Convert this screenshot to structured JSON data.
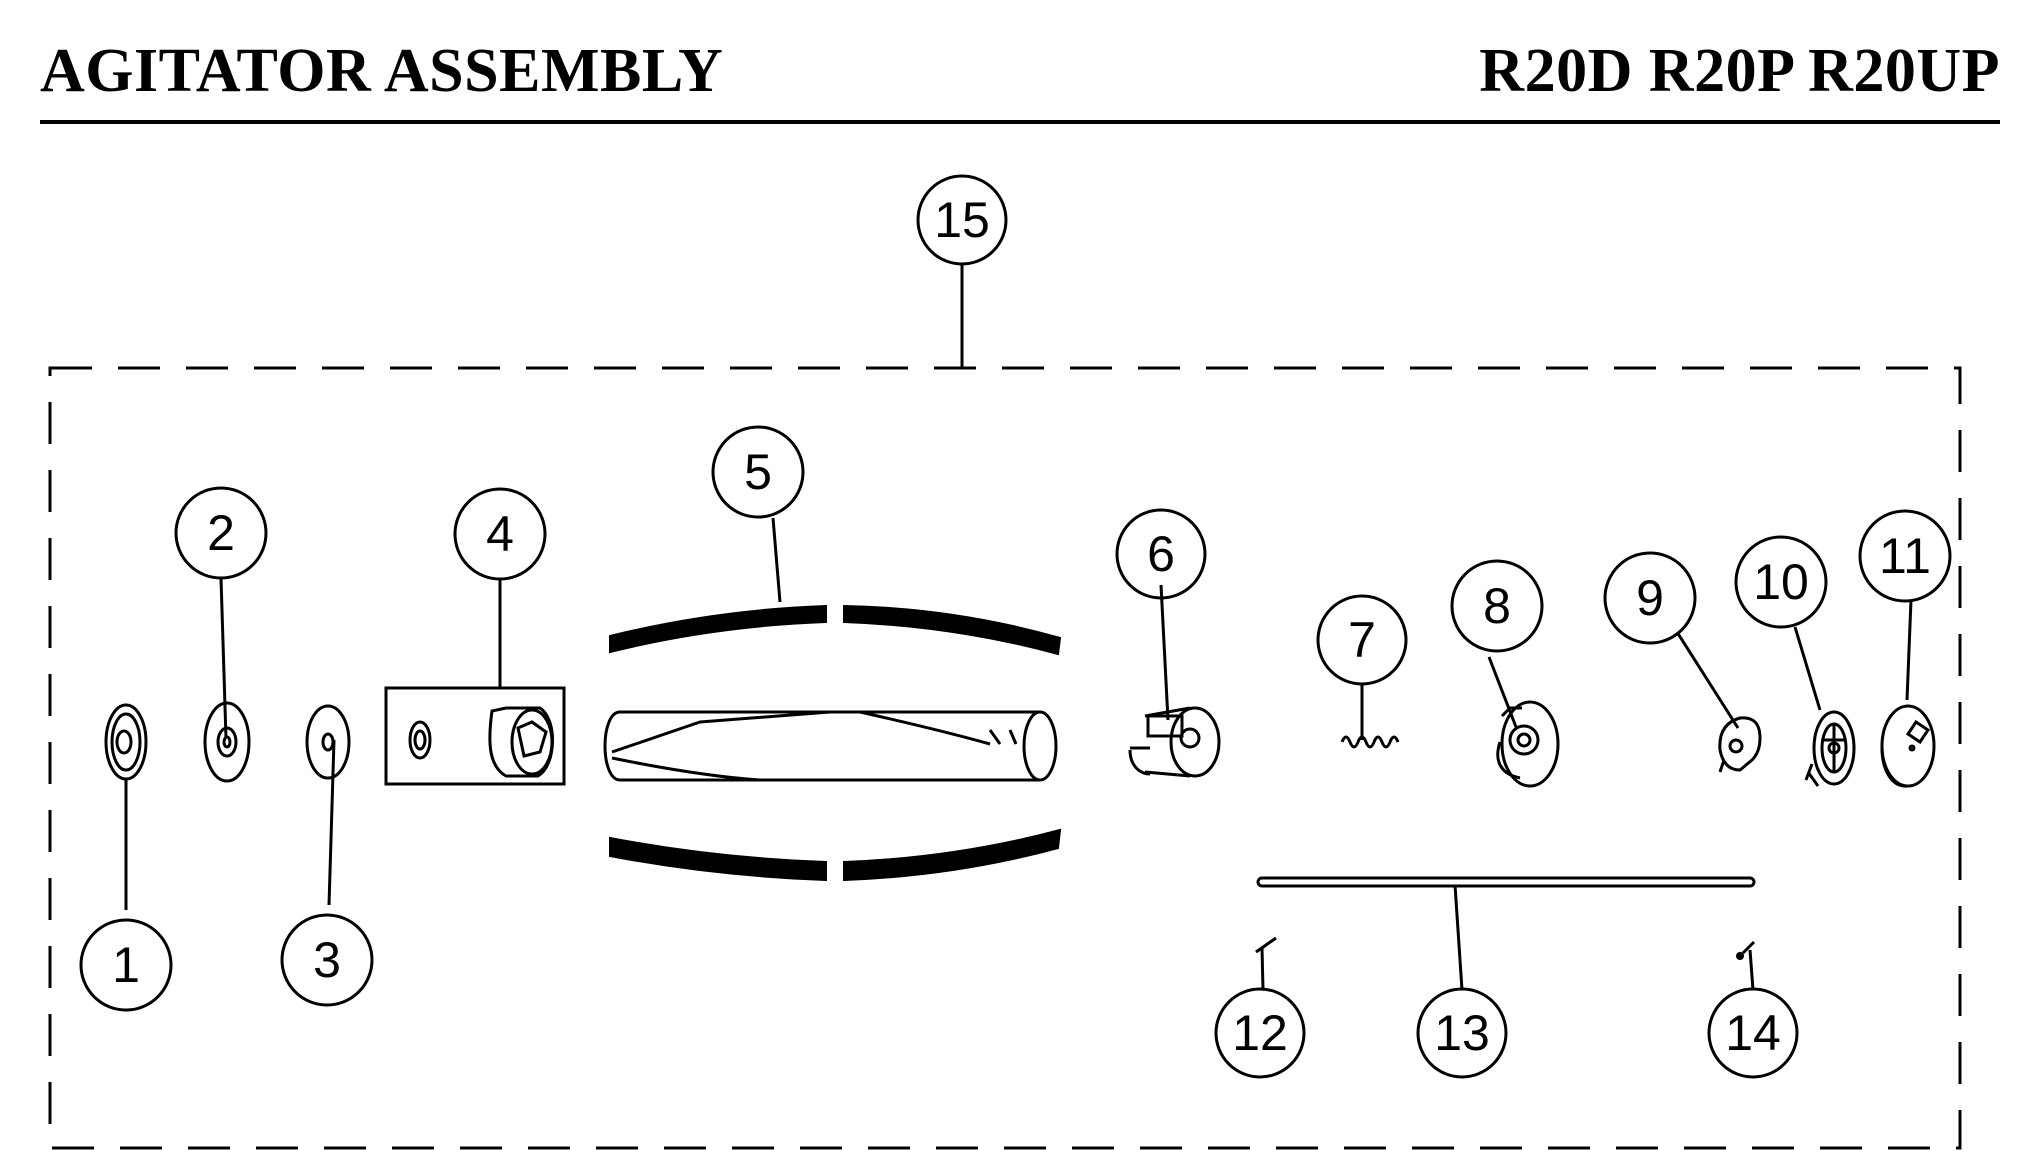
{
  "header": {
    "title": "AGITATOR ASSEMBLY",
    "models": "R20D R20P R20UP"
  },
  "callouts": [
    "1",
    "2",
    "3",
    "4",
    "5",
    "6",
    "7",
    "8",
    "9",
    "10",
    "11",
    "12",
    "13",
    "14",
    "15"
  ]
}
